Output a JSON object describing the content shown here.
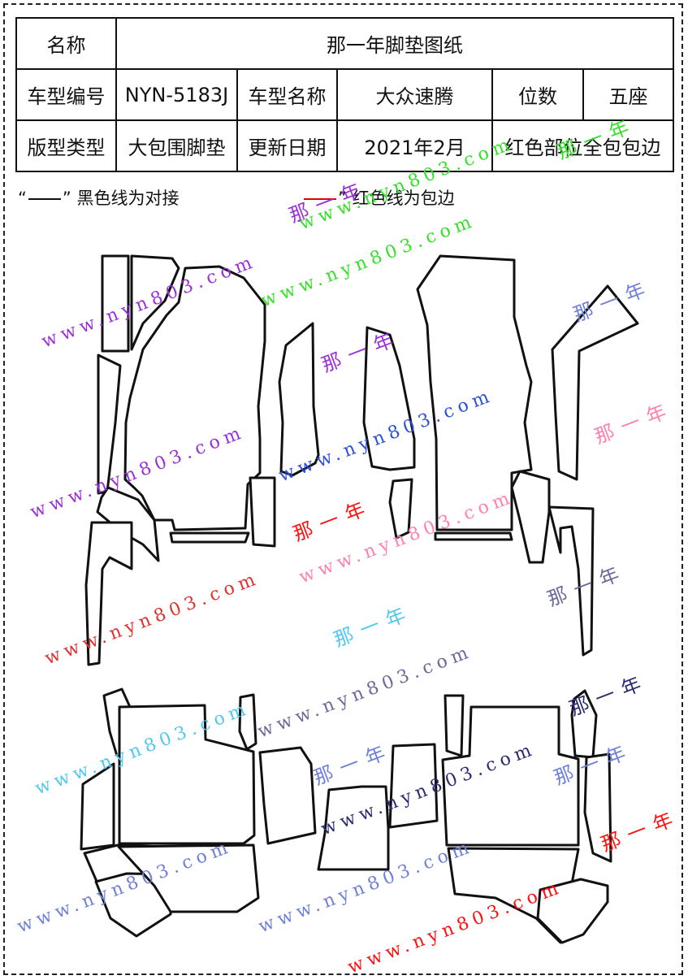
{
  "table": {
    "row1": {
      "label": "名称",
      "value": "那一年脚垫图纸"
    },
    "row2": {
      "label_model_no": "车型编号",
      "model_no": "NYN-5183J",
      "label_model_name": "车型名称",
      "model_name": "大众速腾",
      "label_seats": "位数",
      "seats": "五座"
    },
    "row3": {
      "label_type": "版型类型",
      "type": "大包围脚垫",
      "label_date": "更新日期",
      "date": "2021年2月",
      "note": "红色部位全包包边"
    }
  },
  "legend": {
    "black_open": "“",
    "black_close": "”",
    "black_text": "黑色线为对接",
    "red_open": "“",
    "red_close": "”",
    "red_text": "红色线为包边",
    "black_color": "#111111",
    "red_color": "#e00000"
  },
  "watermarks": {
    "url": "www.nyn803.com",
    "name": "那一年",
    "colors": [
      "#9b30d9",
      "#35e02a",
      "#2a50d8",
      "#ff5080",
      "#e03030",
      "#50c8f0",
      "#ff3030",
      "#6a6a9a",
      "#7080d8"
    ]
  }
}
